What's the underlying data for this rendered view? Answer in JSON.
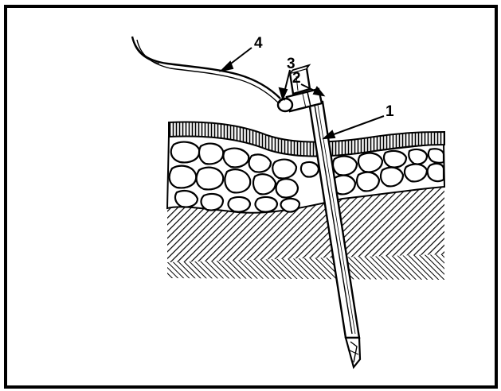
{
  "diagram": {
    "callouts": [
      {
        "number": "1"
      },
      {
        "number": "2"
      },
      {
        "number": "3"
      },
      {
        "number": "4"
      }
    ]
  }
}
